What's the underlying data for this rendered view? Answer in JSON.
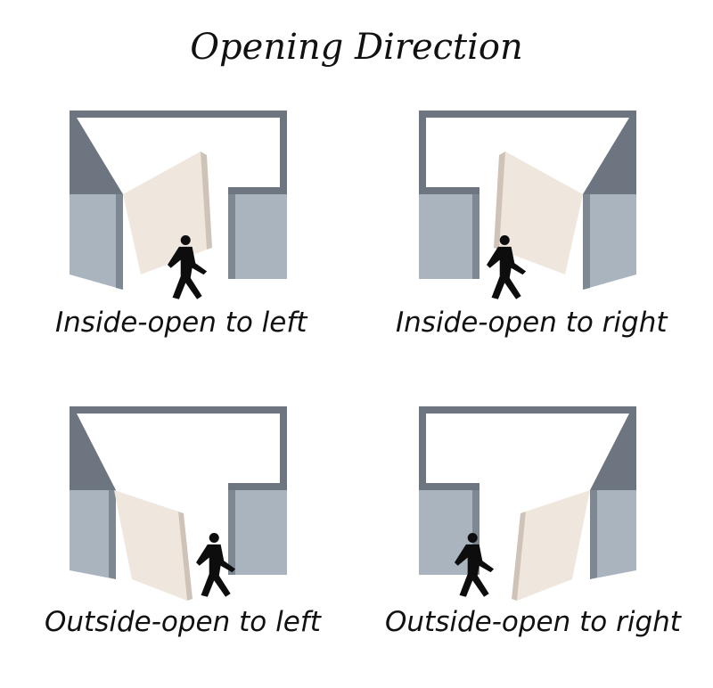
{
  "title": "Opening Direction",
  "colors": {
    "wall_front": "#a9b4bf",
    "wall_dark": "#6d7581",
    "wall_top": "#8a939e",
    "door": "#efe6de",
    "door_edge": "#cfc3b8",
    "person": "#0d0d0d"
  },
  "panels": [
    {
      "caption": "Inside-open to left"
    },
    {
      "caption": "Inside-open to right"
    },
    {
      "caption": "Outside-open to left"
    },
    {
      "caption": "Outside-open to right"
    }
  ]
}
